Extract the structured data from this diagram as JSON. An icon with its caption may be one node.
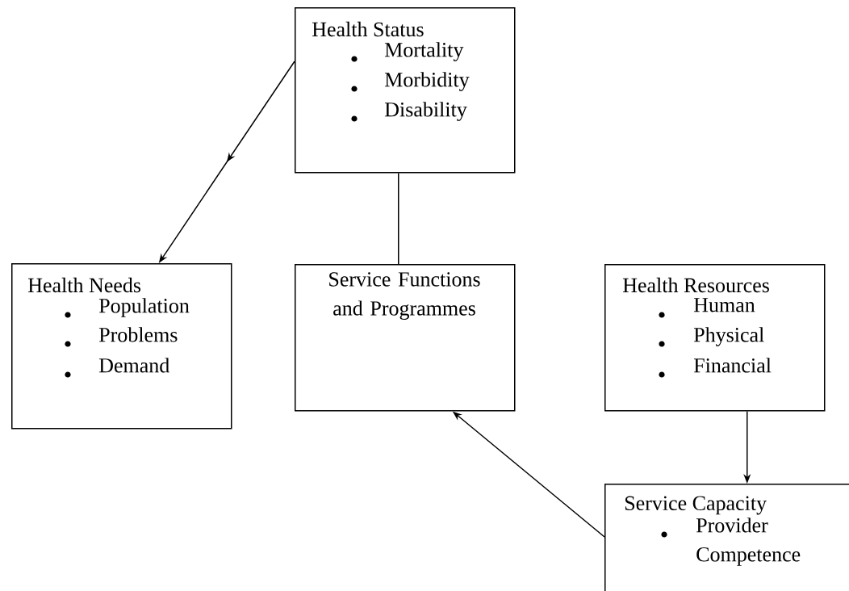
{
  "diagram": {
    "nodes": [
      {
        "text": [
          "Health Status",
          "Mortality",
          "Morbidity",
          "Disability"
        ]
      },
      {
        "text": [
          "Health Needs",
          "Population",
          "Problems",
          "Demand"
        ]
      },
      {
        "text": [
          "Service Functions and Programmes"
        ]
      },
      {
        "text": [
          "Health Resources",
          "Human",
          "Physical",
          "Financial"
        ]
      },
      {
        "text": [
          "Service Capacity",
          "Provider Competence"
        ]
      }
    ],
    "edges": [
      {
        "from": 0,
        "to": 1,
        "arrow": "to"
      },
      {
        "from": 0,
        "to": 2,
        "arrow": "none"
      },
      {
        "from": 3,
        "to": 4,
        "arrow": "to"
      },
      {
        "from": 4,
        "to": 2,
        "arrow": "to"
      }
    ]
  }
}
